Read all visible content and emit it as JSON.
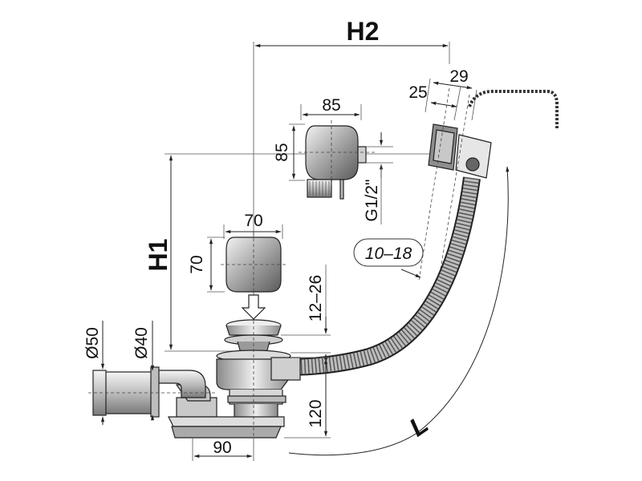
{
  "labels": {
    "h2": "H2",
    "h1": "H1",
    "l": "L",
    "d85_width": "85",
    "d85_height": "85",
    "d70_width": "70",
    "d70_height": "70",
    "d29": "29",
    "d25": "25",
    "g12": "G1/2\"",
    "d10_18": "10–18",
    "d12_26": "12–26",
    "d50": "Ø50",
    "d40": "Ø40",
    "d120": "120",
    "d90": "90"
  },
  "colors": {
    "metal_light": "#d9d9d9",
    "metal_mid": "#a8a8a8",
    "metal_dark": "#6e6e6e",
    "line": "#222222"
  }
}
